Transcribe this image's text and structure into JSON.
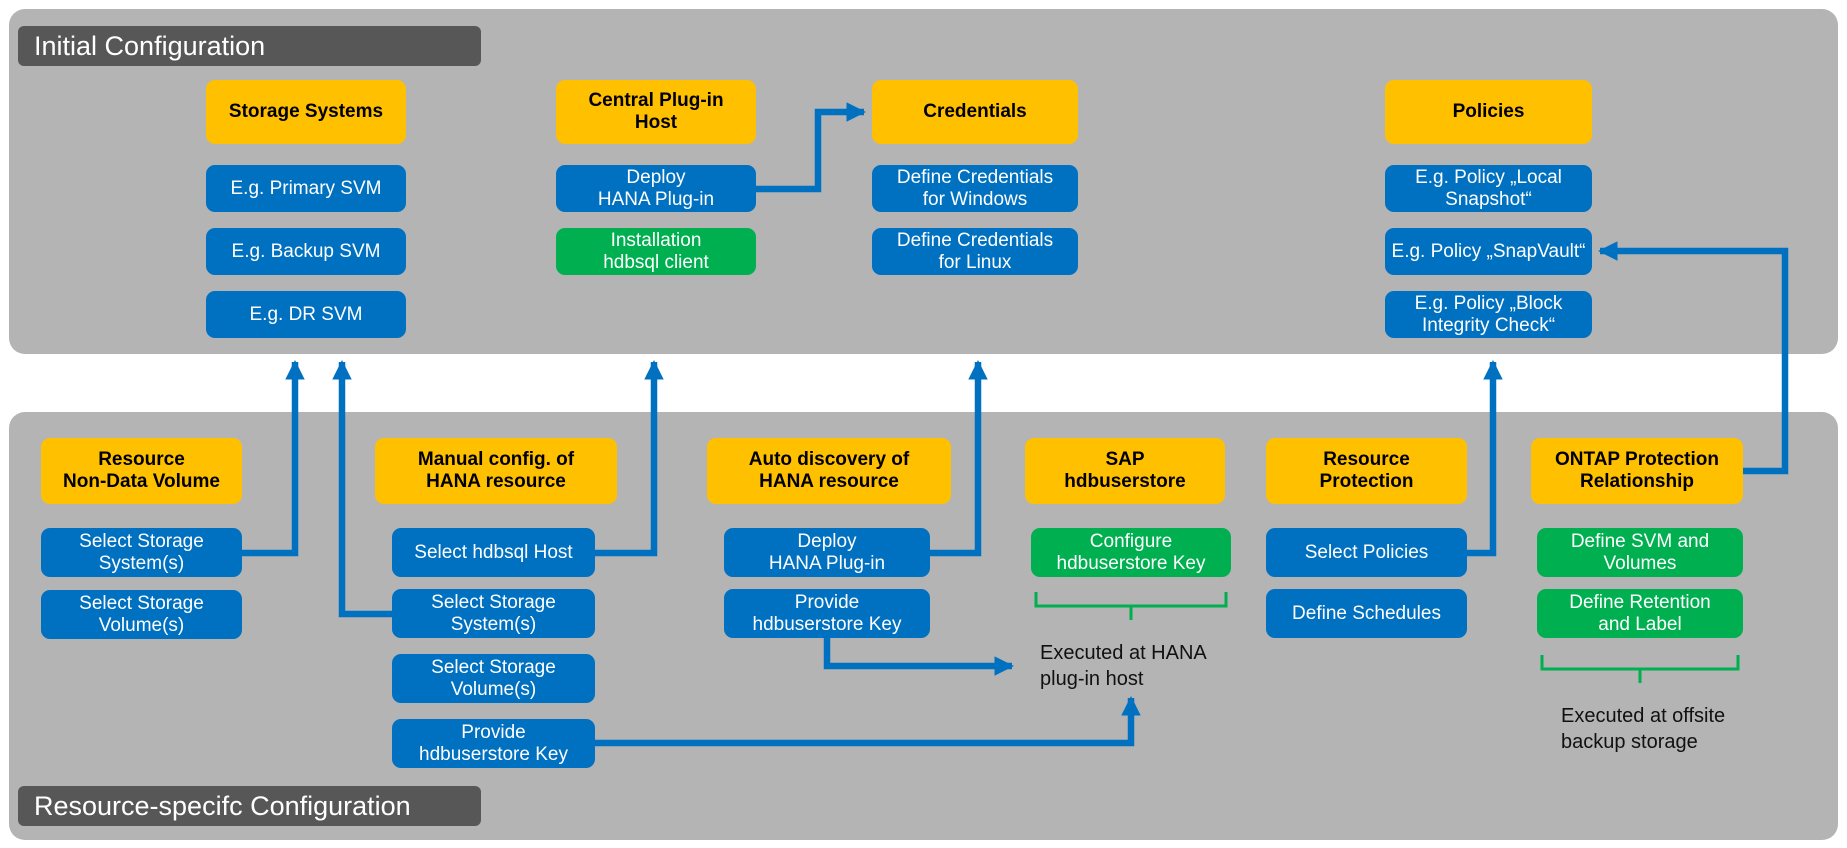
{
  "colors": {
    "section_background": "#b4b4b4",
    "title_bar": "#575757",
    "header_box": "#ffc000",
    "step_box": "#0070c0",
    "alt_step_box": "#00b050",
    "arrow": "#0070c0",
    "bracket": "#00b050"
  },
  "sections": {
    "initial": {
      "title": "Initial Configuration"
    },
    "resource_specific": {
      "title": "Resource-specifc Configuration"
    }
  },
  "initial": {
    "storage_systems": {
      "header": "Storage Systems",
      "items": [
        "E.g. Primary SVM",
        "E.g. Backup SVM",
        "E.g. DR SVM"
      ]
    },
    "central_plugin_host": {
      "header": "Central Plug-in\nHost",
      "deploy": "Deploy\nHANA Plug-in",
      "install": "Installation\nhdbsql client"
    },
    "credentials": {
      "header": "Credentials",
      "items": [
        "Define Credentials\nfor Windows",
        "Define Credentials\nfor Linux"
      ]
    },
    "policies": {
      "header": "Policies",
      "items": [
        "E.g. Policy „Local\nSnapshot“",
        "E.g. Policy „SnapVault“",
        "E.g. Policy „Block\nIntegrity Check“"
      ]
    }
  },
  "resource": {
    "non_data_volume": {
      "header": "Resource\nNon-Data Volume",
      "items": [
        "Select Storage\nSystem(s)",
        "Select Storage\nVolume(s)"
      ]
    },
    "manual_config": {
      "header": "Manual config. of\nHANA resource",
      "items": [
        "Select hdbsql Host",
        "Select Storage\nSystem(s)",
        "Select Storage\nVolume(s)",
        "Provide\nhdbuserstore Key"
      ]
    },
    "auto_discovery": {
      "header": "Auto discovery of\nHANA resource",
      "items": [
        "Deploy\nHANA Plug-in",
        "Provide\nhdbuserstore Key"
      ]
    },
    "sap_hdbuserstore": {
      "header": "SAP\nhdbuserstore",
      "configure": "Configure\nhdbuserstore Key",
      "note": "Executed at HANA\nplug-in host"
    },
    "resource_protection": {
      "header": "Resource\nProtection",
      "items": [
        "Select Policies",
        "Define Schedules"
      ]
    },
    "ontap_relationship": {
      "header": "ONTAP Protection\nRelationship",
      "items": [
        "Define SVM and\nVolumes",
        "Define Retention\nand Label"
      ],
      "note": "Executed at offsite\nbackup storage"
    }
  }
}
